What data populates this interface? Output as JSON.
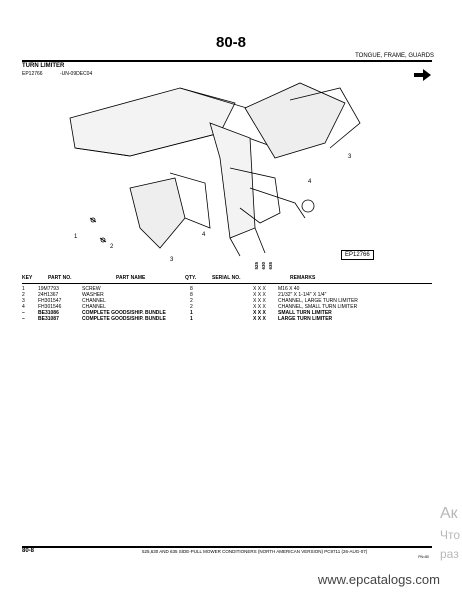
{
  "header": {
    "page_number": "80-8",
    "section_title": "TONGUE, FRAME, GUARDS",
    "subsection_title": "TURN LIMITER",
    "figure_ref": "EP12766",
    "figure_code": "-UN-09DEC04"
  },
  "diagram": {
    "callouts": [
      "1",
      "2",
      "3",
      "4",
      "3",
      "4"
    ],
    "ep_label": "EP12766"
  },
  "table": {
    "headers": {
      "key": "KEY",
      "part_no": "PART NO.",
      "part_name": "PART NAME",
      "qty": "QTY.",
      "serial_no": "SERIAL NO.",
      "remarks": "REMARKS"
    },
    "model_columns": [
      "525",
      "630",
      "635"
    ],
    "rows": [
      {
        "key": "1",
        "part_no": "19M7793",
        "part_name": "SCREW",
        "qty": "8",
        "marks": "X X X",
        "remarks": "M16 X 40"
      },
      {
        "key": "2",
        "part_no": "24H1367",
        "part_name": "WASHER",
        "qty": "8",
        "marks": "X X X",
        "remarks": "21/32\" X 1-1/4\" X 1/4\""
      },
      {
        "key": "3",
        "part_no": "FH301547",
        "part_name": "CHANNEL",
        "qty": "2",
        "marks": "X X X",
        "remarks": "CHANNEL, LARGE TURN LIMITER"
      },
      {
        "key": "4",
        "part_no": "FH301546",
        "part_name": "CHANNEL",
        "qty": "2",
        "marks": "X X X",
        "remarks": "CHANNEL, SMALL TURN LIMITER"
      },
      {
        "key": "–",
        "part_no": "BE31086",
        "part_name": "COMPLETE GOODS/SHIP. BUNDLE",
        "qty": "1",
        "marks": "X X X",
        "remarks": "SMALL TURN LIMITER"
      },
      {
        "key": "–",
        "part_no": "BE31087",
        "part_name": "COMPLETE GOODS/SHIP. BUNDLE",
        "qty": "1",
        "marks": "X X X",
        "remarks": "LARGE TURN LIMITER"
      }
    ]
  },
  "footer": {
    "page_number": "80-8",
    "text": "525,630 AND 635 SIDE-PULL MOWER CONDITIONERS (NORTH AMERICAN VERSION)   PC9711   (26-AUG-07)",
    "code": "PN=80"
  },
  "watermark": "www.epcatalogs.com",
  "side_text": [
    "Ак",
    "Что",
    "раз"
  ]
}
